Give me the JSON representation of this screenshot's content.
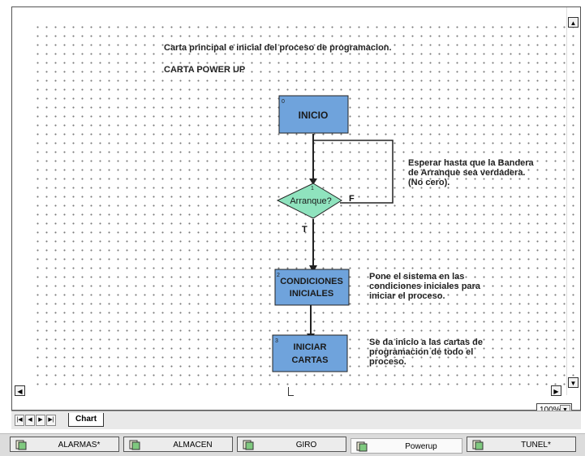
{
  "notes": {
    "caption": "Carta principal e inicial del proceso de programacion.",
    "chart_title": "CARTA POWER UP",
    "wait": [
      "Esperar hasta que la Bandera",
      "de Arranque sea verdadera.",
      "(No cero)."
    ],
    "init": [
      "Pone el sistema en las",
      "condiciones iniciales para",
      "iniciar el proceso."
    ],
    "start": [
      "Se da inicio a las cartas de",
      "programacion de todo el",
      "proceso."
    ]
  },
  "flowchart": {
    "start_box": {
      "num": "0",
      "label": "INICIO"
    },
    "decision": {
      "num": "1",
      "label": "Arranque?",
      "false_label": "F",
      "true_label": "T"
    },
    "conditions_box": {
      "num": "2",
      "label": [
        "CONDICIONES",
        "INICIALES"
      ]
    },
    "charts_box": {
      "num": "3",
      "label": [
        "INICIAR",
        "CARTAS"
      ]
    }
  },
  "zoom": {
    "value": "100%"
  },
  "sheet_tabs": {
    "active": "Chart"
  },
  "taskbar": {
    "items": [
      {
        "label": "ALARMAS*",
        "active": false
      },
      {
        "label": "ALMACEN",
        "active": false
      },
      {
        "label": "GIRO",
        "active": false
      },
      {
        "label": "Powerup",
        "active": true
      },
      {
        "label": "TUNEL*",
        "active": false
      }
    ]
  },
  "colors": {
    "box_fill": "#6fa3dc",
    "decision_fill": "#8fe3be",
    "outline": "#222222"
  },
  "icons": {
    "task_icon": "chart-document-icon",
    "scroll_up": "arrow-up-icon",
    "scroll_left": "arrow-left-icon"
  }
}
